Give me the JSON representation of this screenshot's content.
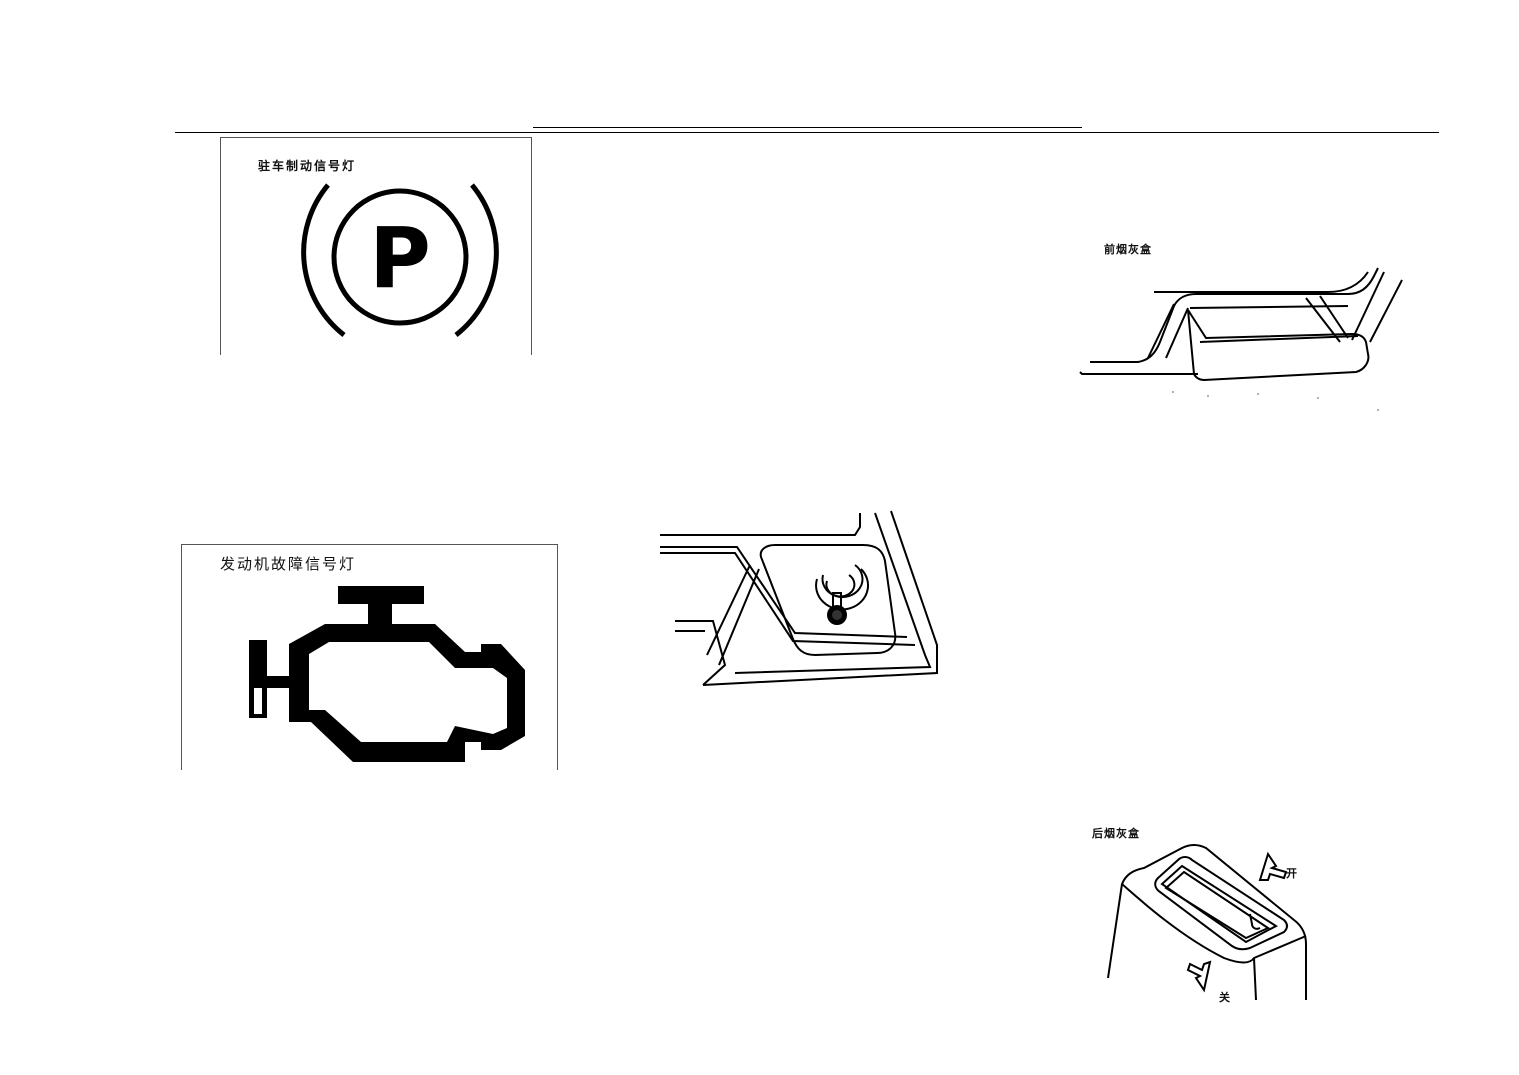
{
  "figures": {
    "parking_brake": {
      "caption": "驻车制动信号灯",
      "symbol": "P"
    },
    "engine_fault": {
      "caption": "发动机故障信号灯"
    },
    "front_ashtray": {
      "caption": "前烟灰盒"
    },
    "rear_ashtray": {
      "caption": "后烟灰盒",
      "open_label": "开",
      "close_label": "关"
    }
  }
}
